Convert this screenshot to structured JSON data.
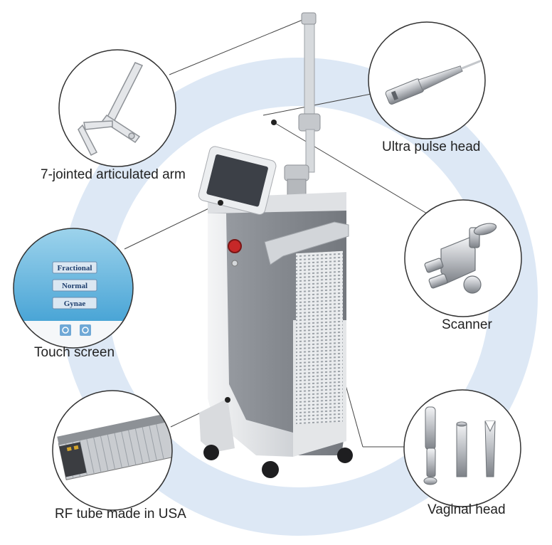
{
  "labels": {
    "arm": "7-jointed articulated arm",
    "head": "Ultra pulse head",
    "touch": "Touch screen",
    "scanner": "Scanner",
    "tube": "RF tube made in USA",
    "vaginal": "Vaginal head"
  },
  "touch_buttons": [
    "Fractional",
    "Normal",
    "Gynae"
  ],
  "colors": {
    "ring": "#dde8f5",
    "machine": "#8f9399",
    "machine_light": "#e9eaec",
    "screen": "#3c4047",
    "button_red": "#c62828"
  }
}
